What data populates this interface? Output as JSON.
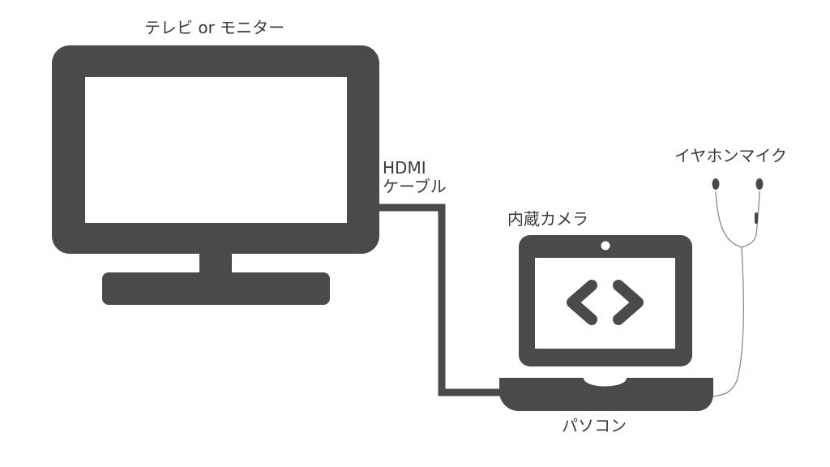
{
  "labels": {
    "tv": "テレビ or モニター",
    "hdmi_line1": "HDMI",
    "hdmi_line2": "ケーブル",
    "camera": "内蔵カメラ",
    "earphone_mic": "イヤホンマイク",
    "pc": "パソコン"
  },
  "colors": {
    "device": "#4a4a4a",
    "screen": "#ffffff",
    "text": "#3a3a3a",
    "wire": "#8a8a8a"
  },
  "icons": {
    "screen_symbol": "code-brackets-icon"
  }
}
